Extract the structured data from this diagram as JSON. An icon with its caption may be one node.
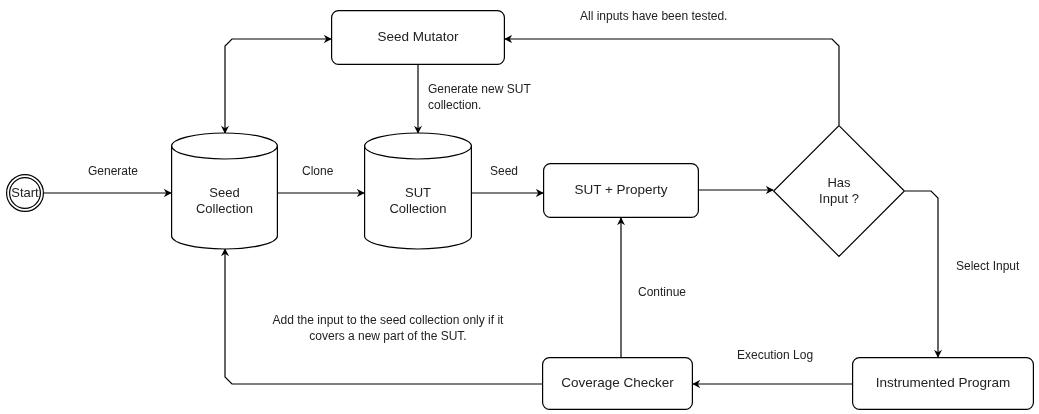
{
  "diagram": {
    "nodes": [
      {
        "text": [
          "Start"
        ]
      },
      {
        "text": [
          "Seed Collection"
        ]
      },
      {
        "text": [
          "SUT Collection"
        ]
      },
      {
        "text": [
          "Seed Mutator"
        ]
      },
      {
        "text": [
          "SUT + Property"
        ]
      },
      {
        "text": [
          "Has Input ?"
        ]
      },
      {
        "text": [
          "Instrumented Program"
        ]
      },
      {
        "text": [
          "Coverage Checker"
        ]
      }
    ],
    "edges": [
      {
        "from": 0,
        "to": 1,
        "arrow": "to",
        "label": "Generate"
      },
      {
        "from": 1,
        "to": 3,
        "arrow": "both"
      },
      {
        "from": 3,
        "to": 2,
        "arrow": "to",
        "label": "Generate new SUT collection."
      },
      {
        "from": 1,
        "to": 2,
        "arrow": "to",
        "label": "Clone"
      },
      {
        "from": 2,
        "to": 4,
        "arrow": "to",
        "label": "Seed"
      },
      {
        "from": 4,
        "to": 5,
        "arrow": "to"
      },
      {
        "from": 5,
        "to": 3,
        "arrow": "to",
        "label": "All inputs have been tested."
      },
      {
        "from": 5,
        "to": 6,
        "arrow": "to",
        "label": "Select Input"
      },
      {
        "from": 6,
        "to": 7,
        "arrow": "to",
        "label": "Execution Log"
      },
      {
        "from": 7,
        "to": 4,
        "arrow": "to",
        "label": "Continue"
      },
      {
        "from": 7,
        "to": 1,
        "arrow": "to",
        "label": "Add the input to the seed collection only if it covers a new part of the SUT."
      }
    ]
  }
}
